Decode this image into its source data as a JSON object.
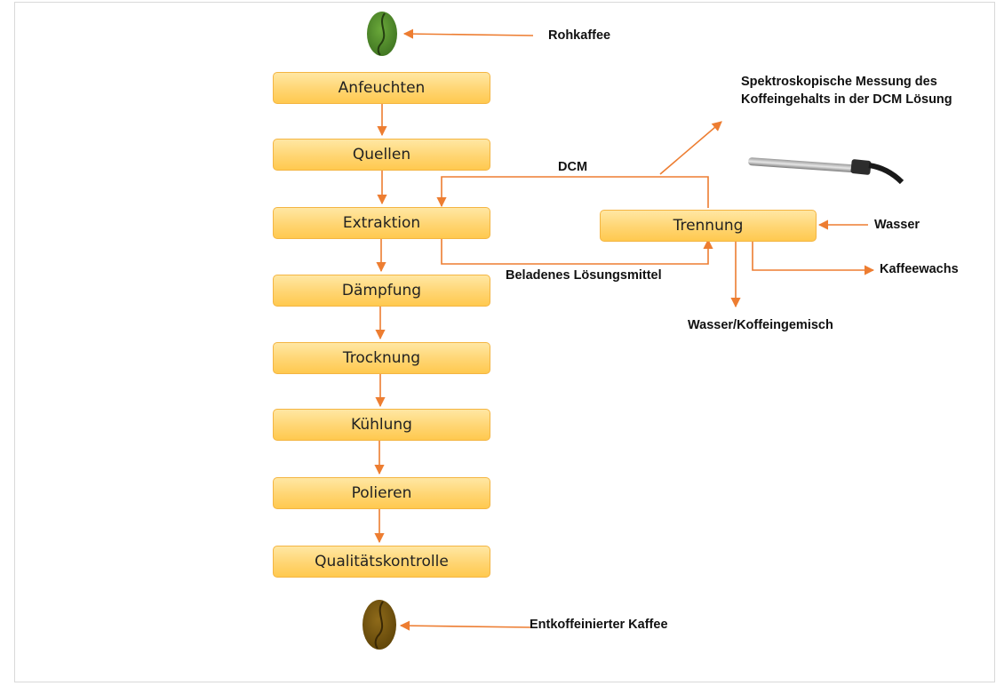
{
  "inputs": {
    "raw_coffee": "Rohkaffee",
    "decaf_coffee": "Entkoffeinierter Kaffee"
  },
  "process_steps": [
    "Anfeuchten",
    "Quellen",
    "Extraktion",
    "Dämpfung",
    "Trocknung",
    "Kühlung",
    "Polieren",
    "Qualitätskontrolle"
  ],
  "separation": {
    "label": "Trennung",
    "water_in": "Wasser",
    "wax_out": "Kaffeewachs",
    "mixture_out": "Wasser/Koffeingemisch",
    "solvent_return": "DCM",
    "loaded_solvent": "Beladenes Lösungsmittel"
  },
  "measurement": {
    "text": "Spektroskopische Messung des Koffeingehalts in der DCM Lösung"
  },
  "colors": {
    "arrow": "#ed7d31",
    "box_border": "#f4b542",
    "box_fill": "#ffd572",
    "green_bean": "#4f8a2b",
    "brown_bean": "#7a5a12"
  }
}
